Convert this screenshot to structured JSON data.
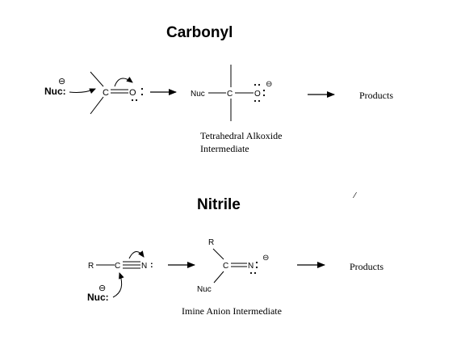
{
  "carbonyl": {
    "title": "Carbonyl",
    "reactant": {
      "nuc": "Nuc:",
      "nuc_charge": "⊖",
      "carbon": "C",
      "oxygen": "O"
    },
    "intermediate": {
      "nuc": "Nuc",
      "carbon": "C",
      "oxygen": "O",
      "charge": "⊖",
      "caption_line1": "Tetrahedral Alkoxide",
      "caption_line2": "Intermediate"
    },
    "products": "Products"
  },
  "nitrile": {
    "title": "Nitrile",
    "reactant": {
      "r": "R",
      "carbon": "C",
      "nitrogen": "N",
      "lone_pair": ":",
      "nuc": "Nuc:",
      "nuc_charge": "⊖"
    },
    "intermediate": {
      "r": "R",
      "carbon": "C",
      "nitrogen": "N",
      "charge": "⊖",
      "nuc": "Nuc",
      "caption": "Imine Anion Intermediate"
    },
    "products": "Products"
  },
  "stray_mark": "⁄"
}
